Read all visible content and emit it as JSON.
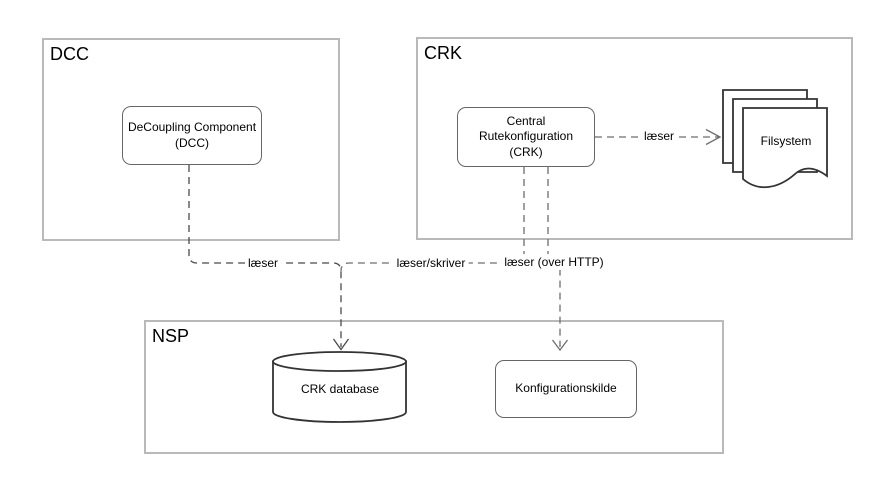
{
  "diagram": {
    "containers": {
      "dcc": {
        "label": "DCC"
      },
      "crk": {
        "label": "CRK"
      },
      "nsp": {
        "label": "NSP"
      }
    },
    "nodes": {
      "dcc_component": {
        "label": "DeCoupling Component\n(DCC)"
      },
      "crk_component": {
        "label": "Central\nRutekonfiguration\n(CRK)"
      },
      "filsystem": {
        "label": "Filsystem"
      },
      "crk_database": {
        "label": "CRK database"
      },
      "konfigurationskilde": {
        "label": "Konfigurationskilde"
      }
    },
    "edges": {
      "dcc_to_database": {
        "label": "læser"
      },
      "crk_to_database": {
        "label": "læser/skriver"
      },
      "crk_to_konfigurationskilde": {
        "label": "læser (over HTTP)"
      },
      "crk_to_filsystem": {
        "label": "læser"
      }
    },
    "colors": {
      "container_border": "#b9b9b9",
      "node_border": "#666666",
      "shape_stroke": "#333333",
      "edge_dark": "#4a4a4a",
      "edge_gray": "#6e6e6e",
      "text": "#000000",
      "background": "#ffffff"
    }
  }
}
